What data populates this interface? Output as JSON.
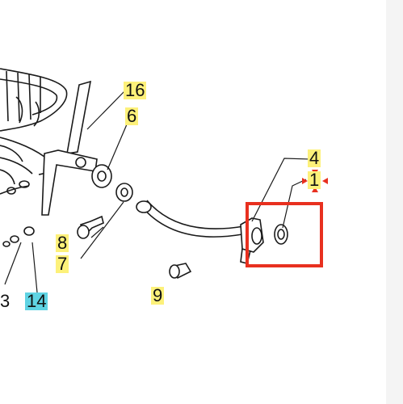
{
  "diagram": {
    "part_numbers": [
      {
        "id": "16",
        "label": "16",
        "highlight": "#fdf17a"
      },
      {
        "id": "6",
        "label": "6",
        "highlight": "#fdf17a"
      },
      {
        "id": "4",
        "label": "4",
        "highlight": "#fdf17a"
      },
      {
        "id": "1",
        "label": "1",
        "highlight": "#fdf17a"
      },
      {
        "id": "8",
        "label": "8",
        "highlight": "#fdf17a"
      },
      {
        "id": "7",
        "label": "7",
        "highlight": "#fdf17a"
      },
      {
        "id": "9",
        "label": "9",
        "highlight": "#fdf17a"
      },
      {
        "id": "3",
        "label": "3",
        "highlight": ""
      },
      {
        "id": "14",
        "label": "14",
        "highlight": "#5fd3e3"
      }
    ],
    "selection_box_color": "#e8301f",
    "marker_color": "#e8301f",
    "line_color": "#1a1a1a"
  }
}
